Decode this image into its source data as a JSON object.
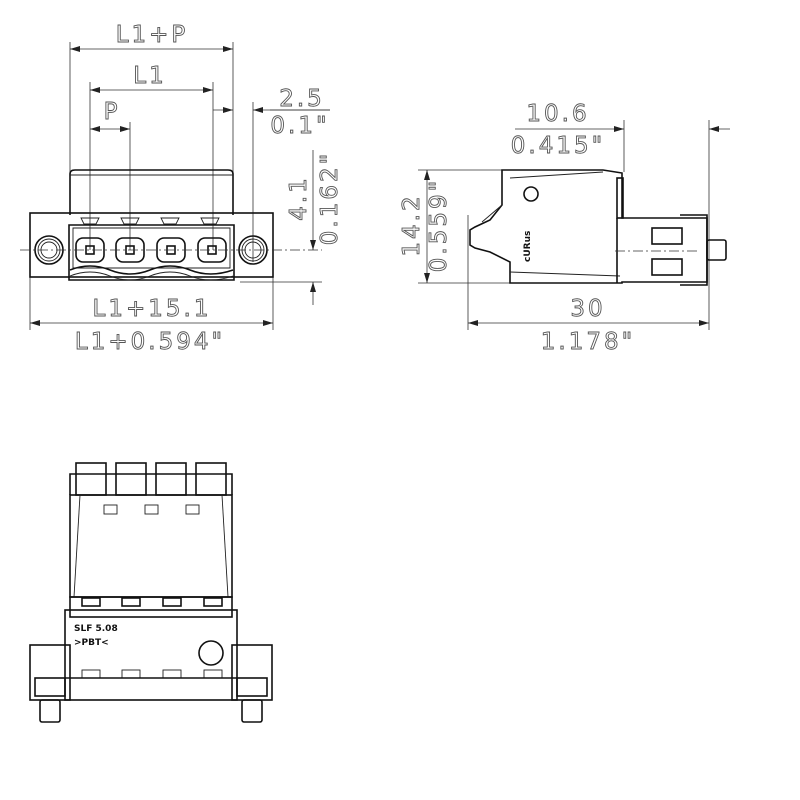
{
  "front_view": {
    "dim_total_pitch": "L1+P",
    "dim_l1": "L1",
    "dim_pitch": "P",
    "dim_offset_mm": "2.5",
    "dim_offset_in": "0.1\"",
    "dim_height_mm": "4.1",
    "dim_height_in": "0.162\"",
    "dim_width_mm": "L1+15.1",
    "dim_width_in": "L1+0.594\""
  },
  "side_view": {
    "dim_depth_mm": "10.6",
    "dim_depth_in": "0.415\"",
    "dim_height_mm": "14.2",
    "dim_height_in": "0.559\"",
    "dim_length_mm": "30",
    "dim_length_in": "1.178\"",
    "logo": "cURus"
  },
  "bottom_view": {
    "part_marking": "SLF 5.08",
    "material_marking": ">PBT<"
  }
}
